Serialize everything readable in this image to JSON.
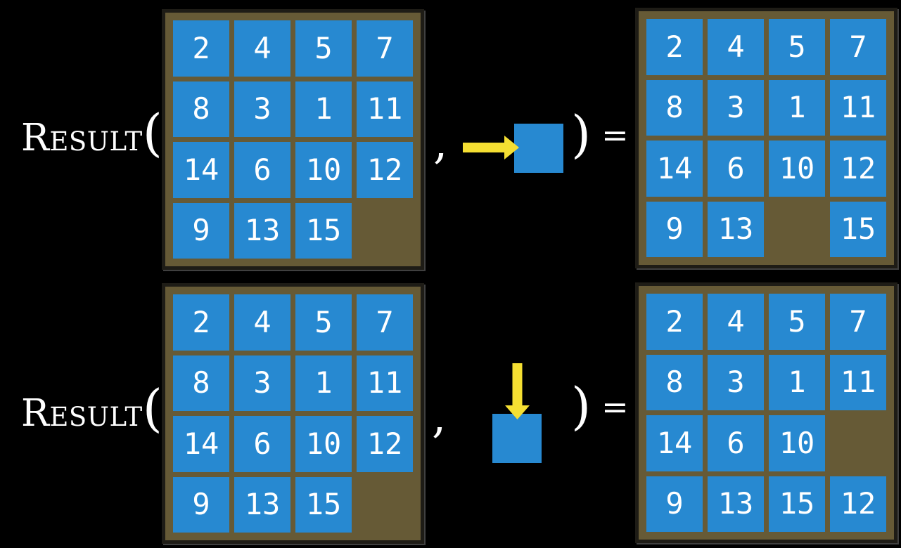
{
  "colors": {
    "background": "#000000",
    "tile_blue": "#2789d1",
    "board_brown": "#665a36",
    "board_border": "#1e1c16",
    "arrow_yellow": "#f5df32",
    "text_white": "#ffffff"
  },
  "expressions": [
    {
      "function_label": "Result",
      "open_paren": "(",
      "comma": ",",
      "close_paren": ")",
      "equals": "=",
      "action": {
        "direction": "right",
        "icon": "arrow-right-icon",
        "tile": "blue-blank-tile"
      },
      "input_board": [
        [
          "2",
          "4",
          "5",
          "7"
        ],
        [
          "8",
          "3",
          "1",
          "11"
        ],
        [
          "14",
          "6",
          "10",
          "12"
        ],
        [
          "9",
          "13",
          "15",
          ""
        ]
      ],
      "output_board": [
        [
          "2",
          "4",
          "5",
          "7"
        ],
        [
          "8",
          "3",
          "1",
          "11"
        ],
        [
          "14",
          "6",
          "10",
          "12"
        ],
        [
          "9",
          "13",
          "",
          "15"
        ]
      ]
    },
    {
      "function_label": "Result",
      "open_paren": "(",
      "comma": ",",
      "close_paren": ")",
      "equals": "=",
      "action": {
        "direction": "down",
        "icon": "arrow-down-icon",
        "tile": "blue-blank-tile"
      },
      "input_board": [
        [
          "2",
          "4",
          "5",
          "7"
        ],
        [
          "8",
          "3",
          "1",
          "11"
        ],
        [
          "14",
          "6",
          "10",
          "12"
        ],
        [
          "9",
          "13",
          "15",
          ""
        ]
      ],
      "output_board": [
        [
          "2",
          "4",
          "5",
          "7"
        ],
        [
          "8",
          "3",
          "1",
          "11"
        ],
        [
          "14",
          "6",
          "10",
          ""
        ],
        [
          "9",
          "13",
          "15",
          "12"
        ]
      ]
    }
  ]
}
